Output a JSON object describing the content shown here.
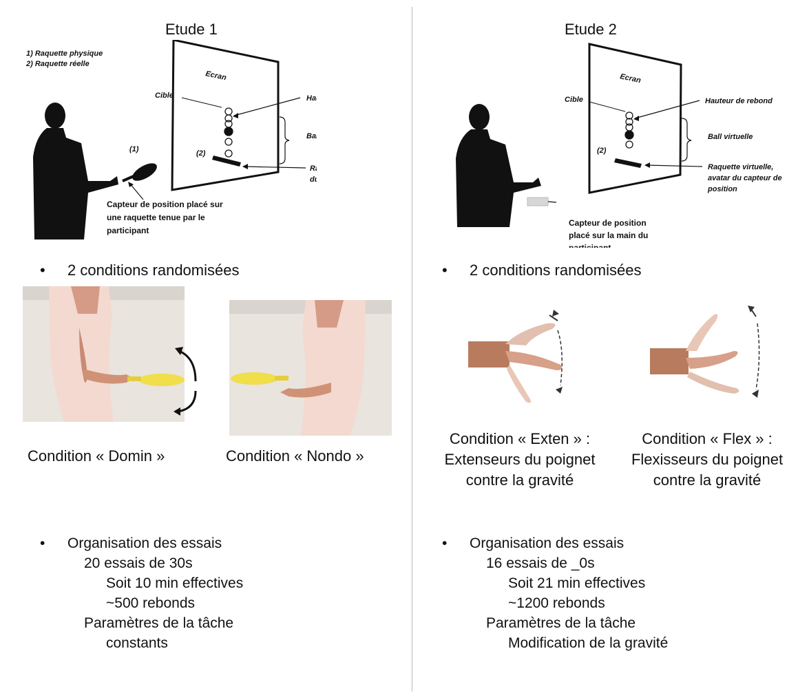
{
  "study1": {
    "title": "Etude 1",
    "diagram": {
      "conditions_legend_1": "1) Raquette physique",
      "conditions_legend_2": "2) Raquette réelle",
      "screen_label": "Ecran",
      "target_label": "Cible",
      "bounce_height_label": "Hauteur de rebond",
      "virtual_ball_label": "Ball virtuelle",
      "virtual_racket_line1": "Raquette virtuelle, avatar",
      "virtual_racket_line2": "du capteur de position",
      "marker_1": "(1)",
      "marker_2": "(2)",
      "sensor_line1": "Capteur de position placé sur",
      "sensor_line2": "une raquette tenue par le",
      "sensor_line3": "participant"
    },
    "bullet_conditions": "2 conditions randomisées",
    "condition_left": "Condition « Domin »",
    "condition_right": "Condition « Nondo »",
    "organisation": {
      "heading": "Organisation des essais",
      "trials": "20 essais de 30s",
      "effective": "Soit 10 min effectives",
      "bounces": "~500 rebonds",
      "params": "Paramètres de la tâche",
      "params_detail": "constants"
    }
  },
  "study2": {
    "title": "Etude 2",
    "diagram": {
      "screen_label": "Ecran",
      "target_label": "Cible",
      "bounce_height_label": "Hauteur de rebond",
      "virtual_ball_label": "Ball virtuelle",
      "virtual_racket_line1": "Raquette virtuelle,",
      "virtual_racket_line2": "avatar du capteur de",
      "virtual_racket_line3": "position",
      "marker_2": "(2)",
      "sensor_line1": "Capteur de position",
      "sensor_line2": "placé sur la main du",
      "sensor_line3": "participant"
    },
    "bullet_conditions": "2 conditions randomisées",
    "condition_left_line1": "Condition « Exten » :",
    "condition_left_line2": "Extenseurs du poignet",
    "condition_left_line3": "contre la gravité",
    "condition_right_line1": "Condition « Flex » :",
    "condition_right_line2": "Flexisseurs du poignet",
    "condition_right_line3": "contre la gravité",
    "organisation": {
      "heading": "Organisation des essais",
      "trials": "16 essais de _0s",
      "effective": "Soit 21 min effectives",
      "bounces": "~1200 rebonds",
      "params": "Paramètres de la tâche",
      "params_detail": "Modification de la gravité"
    }
  },
  "bullet_glyph": "•"
}
